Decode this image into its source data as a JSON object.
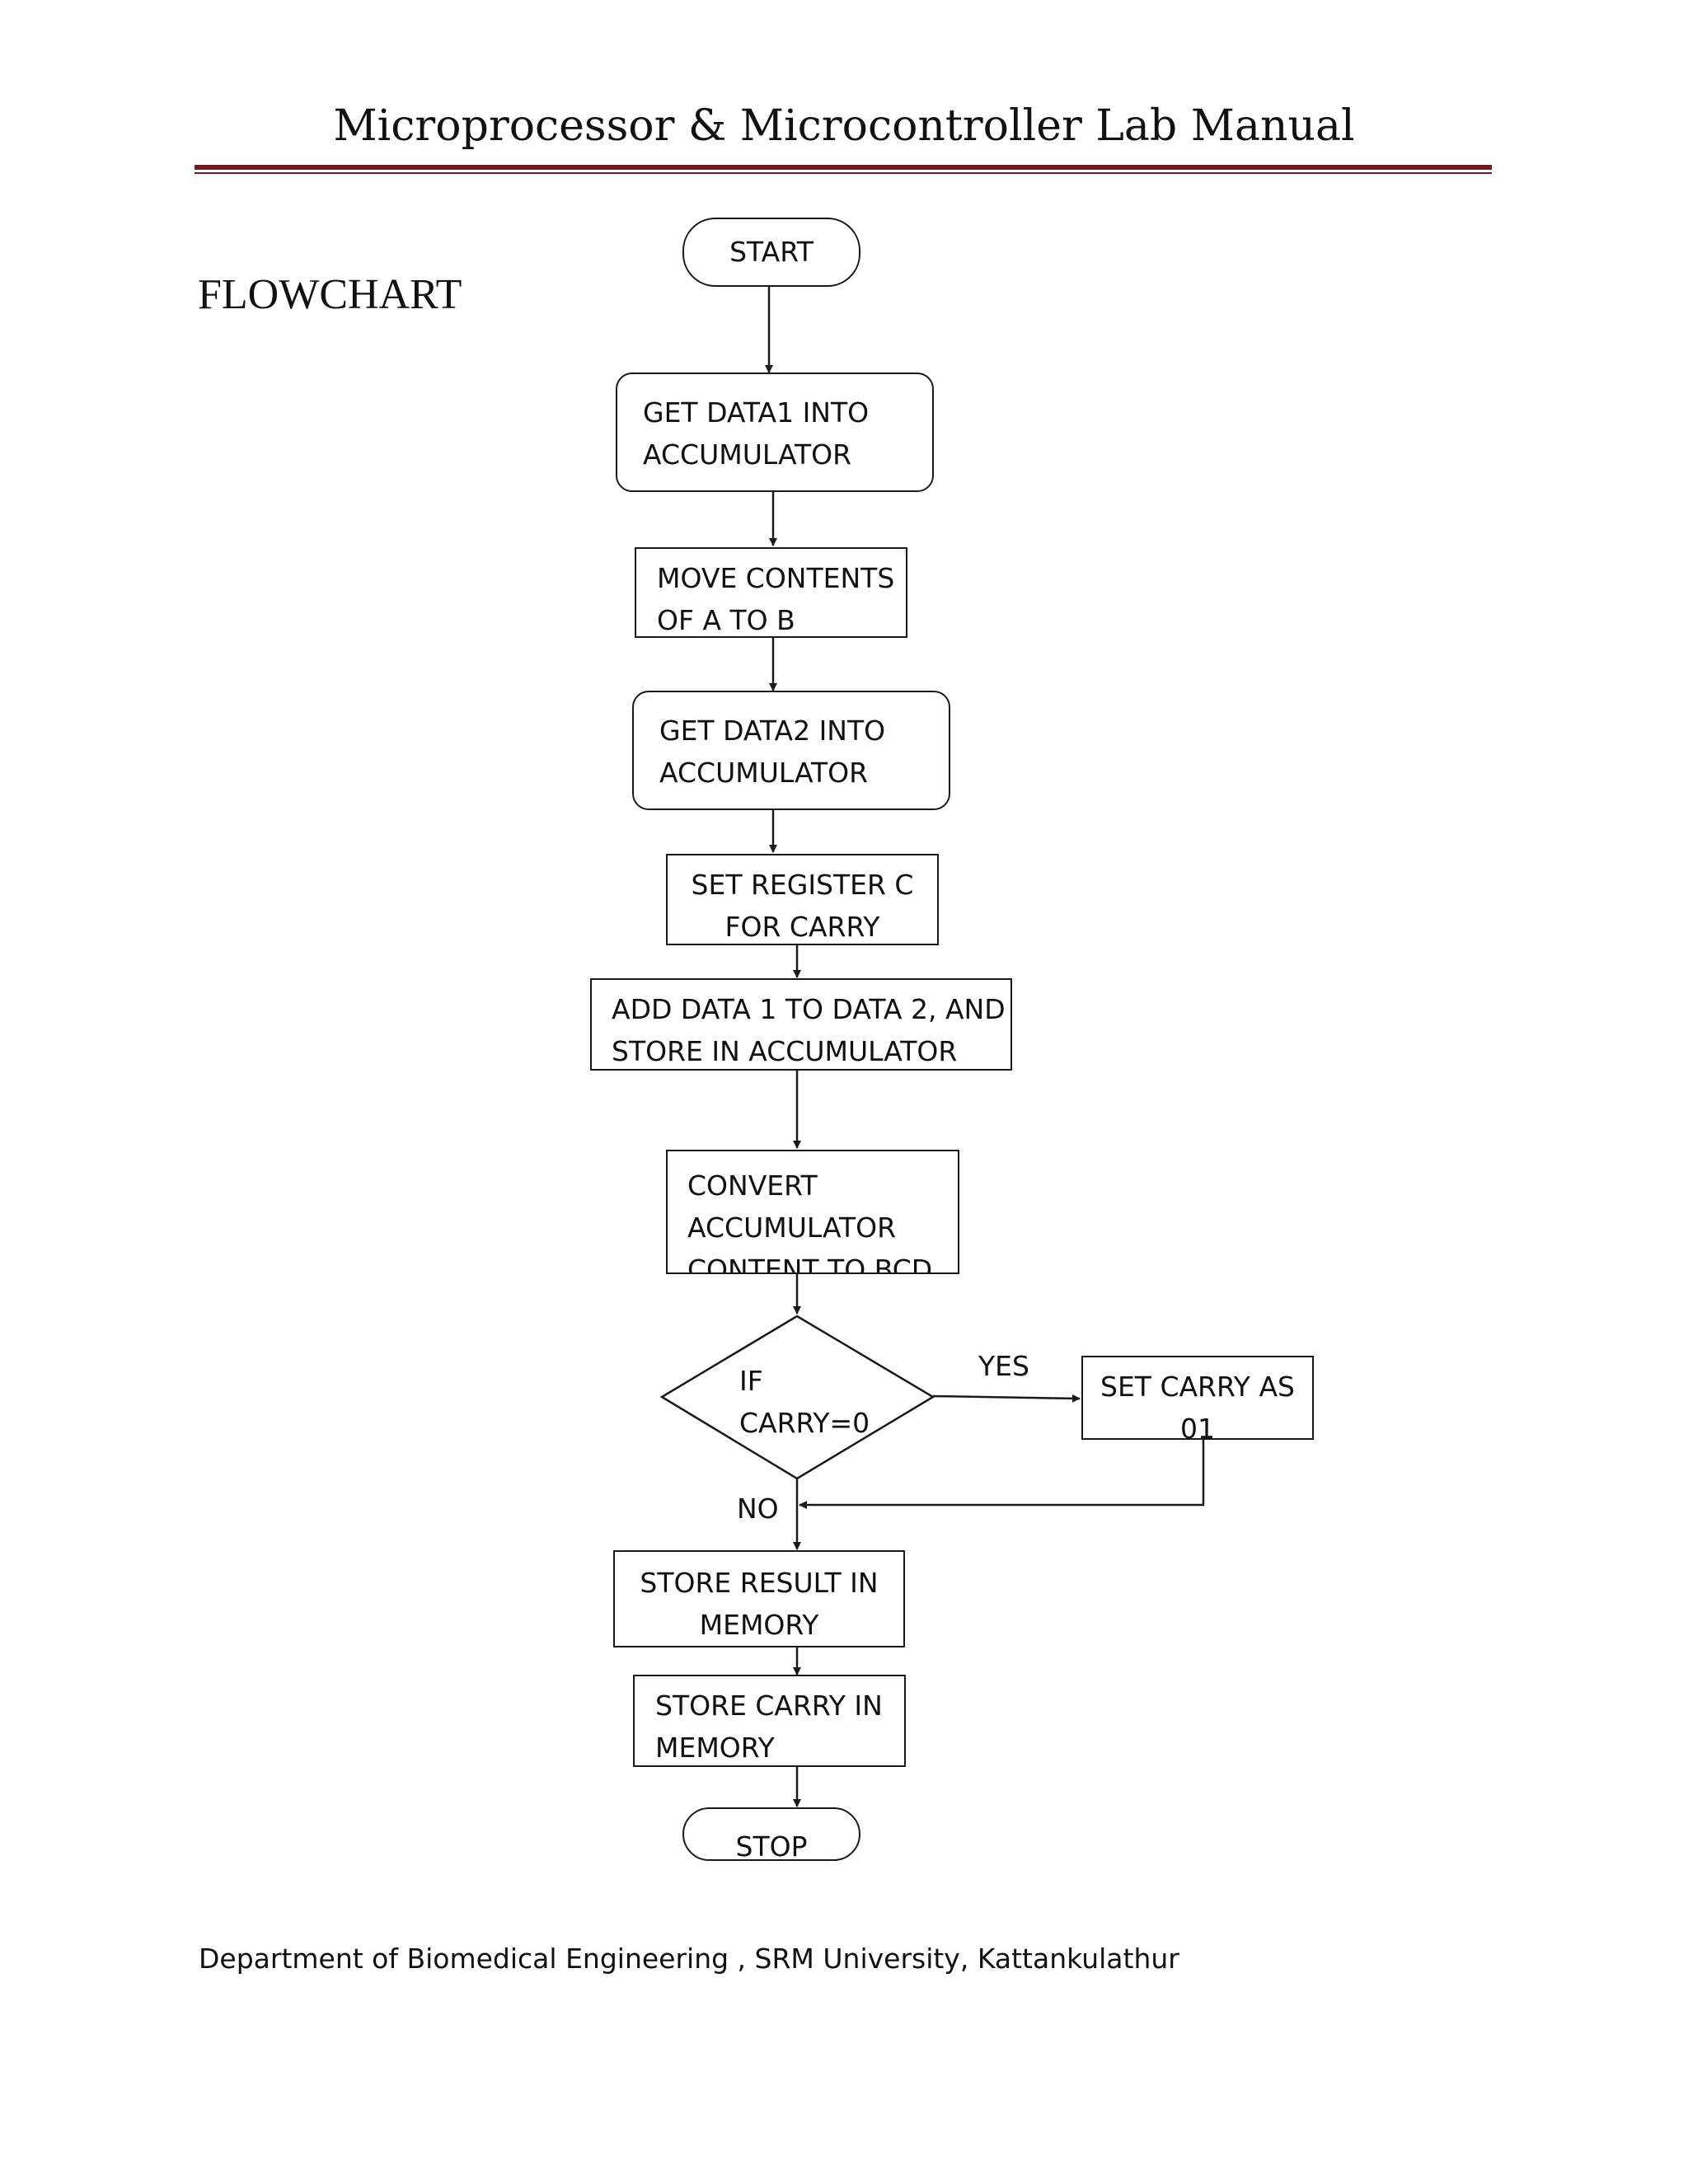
{
  "header": {
    "title": "Microprocessor & Microcontroller Lab Manual"
  },
  "section": {
    "heading": "FLOWCHART"
  },
  "flowchart": {
    "start": "START",
    "get_data1": "GET DATA1 INTO\nACCUMULATOR",
    "move_a_to_b": "MOVE CONTENTS\nOF A TO B",
    "get_data2": "GET DATA2 INTO\nACCUMULATOR",
    "set_register_c": "SET REGISTER C\nFOR CARRY",
    "add_data": "ADD DATA 1 TO DATA 2, AND\nSTORE IN ACCUMULATOR",
    "convert_bcd": "CONVERT\nACCUMULATOR\nCONTENT TO BCD",
    "decision": "IF\nCARRY=0",
    "yes_label": "YES",
    "no_label": "NO",
    "set_carry": "SET CARRY AS\n01",
    "store_result": "STORE RESULT IN\nMEMORY",
    "store_carry": "STORE CARRY IN\nMEMORY",
    "stop": "STOP"
  },
  "footer": {
    "text": "Department of Biomedical Engineering , SRM University, Kattankulathur"
  }
}
